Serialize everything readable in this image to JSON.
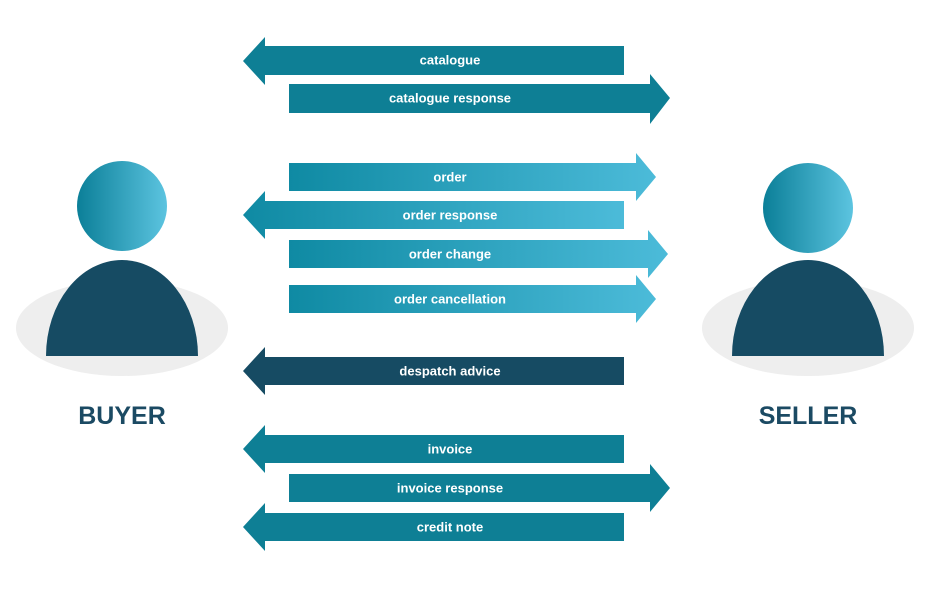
{
  "parties": {
    "buyer": {
      "label": "BUYER"
    },
    "seller": {
      "label": "SELLER"
    }
  },
  "messages": [
    {
      "label": "catalogue",
      "direction": "left",
      "style": "teal"
    },
    {
      "label": "catalogue response",
      "direction": "right",
      "style": "teal"
    },
    {
      "label": "order",
      "direction": "right",
      "style": "gradient"
    },
    {
      "label": "order response",
      "direction": "left",
      "style": "gradient"
    },
    {
      "label": "order change",
      "direction": "right",
      "style": "gradient"
    },
    {
      "label": "order cancellation",
      "direction": "right",
      "style": "gradient"
    },
    {
      "label": "despatch advice",
      "direction": "left",
      "style": "navy"
    },
    {
      "label": "invoice",
      "direction": "left",
      "style": "teal"
    },
    {
      "label": "invoice response",
      "direction": "right",
      "style": "teal"
    },
    {
      "label": "credit note",
      "direction": "left",
      "style": "teal"
    }
  ],
  "colors": {
    "teal": "#0e7f95",
    "gradient_start": "#0f8aa3",
    "gradient_end": "#4cbbd9",
    "navy": "#164b63",
    "person_head_start": "#0b7f98",
    "person_head_end": "#5cc4e0",
    "person_body": "#164b63",
    "person_shadow": "#eeeeee",
    "party_label": "#1b4a63"
  }
}
